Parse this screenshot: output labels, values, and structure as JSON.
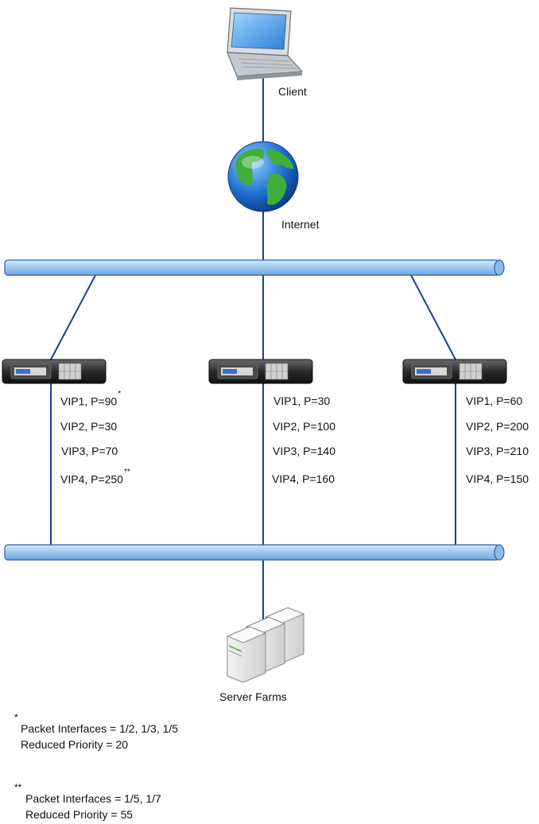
{
  "labels": {
    "client": "Client",
    "internet": "Internet",
    "server_farms": "Server Farms"
  },
  "appliances": [
    {
      "vips": [
        {
          "text": "VIP1, P=90",
          "mark": "*"
        },
        {
          "text": "VIP2, P=30",
          "mark": ""
        },
        {
          "text": "VIP3, P=70",
          "mark": ""
        },
        {
          "text": "VIP4, P=250",
          "mark": "**"
        }
      ]
    },
    {
      "vips": [
        {
          "text": "VIP1, P=30",
          "mark": ""
        },
        {
          "text": "VIP2, P=100",
          "mark": ""
        },
        {
          "text": "VIP3, P=140",
          "mark": ""
        },
        {
          "text": "VIP4, P=160",
          "mark": ""
        }
      ]
    },
    {
      "vips": [
        {
          "text": "VIP1, P=60",
          "mark": ""
        },
        {
          "text": "VIP2, P=200",
          "mark": ""
        },
        {
          "text": "VIP3, P=210",
          "mark": ""
        },
        {
          "text": "VIP4, P=150",
          "mark": ""
        }
      ]
    }
  ],
  "footnotes": [
    {
      "mark": "*",
      "line1": "Packet Interfaces = 1/2, 1/3, 1/5",
      "line2": "Reduced Priority = 20"
    },
    {
      "mark": "**",
      "line1": "Packet Interfaces = 1/5, 1/7",
      "line2": "Reduced Priority = 55"
    }
  ],
  "colors": {
    "link": "#1f3f8f",
    "bus_fill": "#a9d2f3",
    "bus_stroke": "#2e5fa8"
  }
}
